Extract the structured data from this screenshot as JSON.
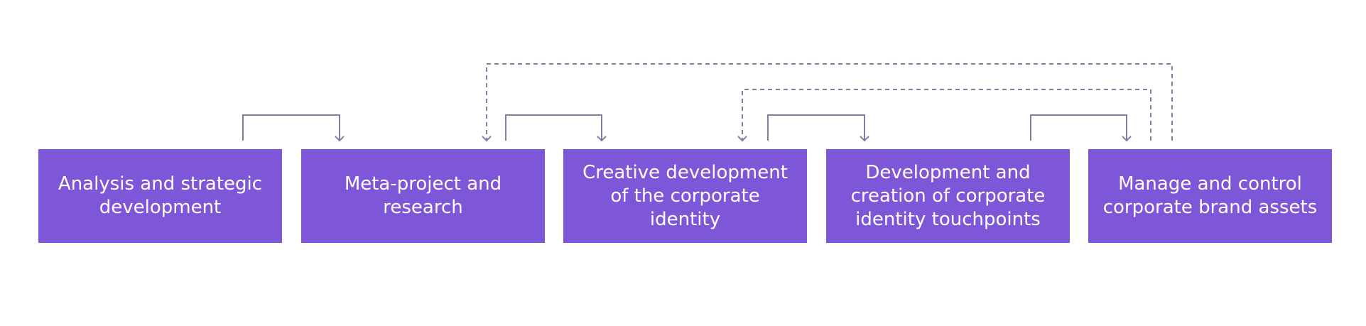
{
  "diagram": {
    "stages": [
      {
        "label": "Analysis and strategic development"
      },
      {
        "label": "Meta-project and research"
      },
      {
        "label": "Creative development of the corporate identity"
      },
      {
        "label": "Development and creation of corporate identity touchpoints"
      },
      {
        "label": "Manage and control corporate brand assets"
      }
    ],
    "connections": [
      {
        "from": 1,
        "to": 2,
        "style": "solid"
      },
      {
        "from": 2,
        "to": 3,
        "style": "solid"
      },
      {
        "from": 3,
        "to": 4,
        "style": "solid"
      },
      {
        "from": 4,
        "to": 5,
        "style": "solid"
      },
      {
        "from": 5,
        "to": 2,
        "style": "dashed"
      },
      {
        "from": 5,
        "to": 3,
        "style": "dashed"
      }
    ],
    "colors": {
      "box_fill": "#7e57d9",
      "box_text": "#ffffff",
      "connector": "#7f7fa0",
      "background": "#ffffff"
    }
  }
}
